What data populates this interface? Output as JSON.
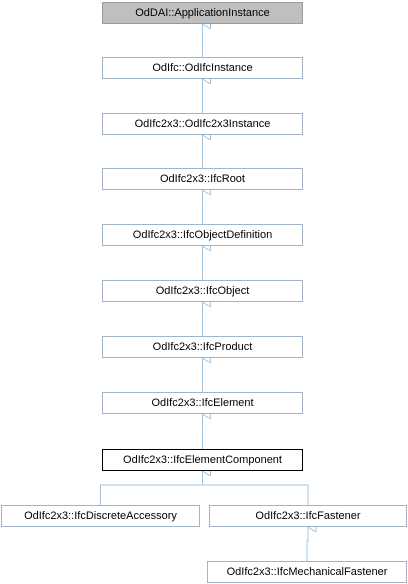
{
  "diagram": {
    "edge_color": "#a3c4e0",
    "nodes": {
      "application_instance": "OdDAI::ApplicationInstance",
      "odifc_instance": "OdIfc::OdIfcInstance",
      "odifc2x3_instance": "OdIfc2x3::OdIfc2x3Instance",
      "ifc_root": "OdIfc2x3::IfcRoot",
      "ifc_object_definition": "OdIfc2x3::IfcObjectDefinition",
      "ifc_object": "OdIfc2x3::IfcObject",
      "ifc_product": "OdIfc2x3::IfcProduct",
      "ifc_element": "OdIfc2x3::IfcElement",
      "ifc_element_component": "OdIfc2x3::IfcElementComponent",
      "ifc_discrete_accessory": "OdIfc2x3::IfcDiscreteAccessory",
      "ifc_fastener": "OdIfc2x3::IfcFastener",
      "ifc_mechanical_fastener": "OdIfc2x3::IfcMechanicalFastener"
    },
    "edges": [
      [
        "odifc_instance",
        "application_instance"
      ],
      [
        "odifc2x3_instance",
        "odifc_instance"
      ],
      [
        "ifc_root",
        "odifc2x3_instance"
      ],
      [
        "ifc_object_definition",
        "ifc_root"
      ],
      [
        "ifc_object",
        "ifc_object_definition"
      ],
      [
        "ifc_product",
        "ifc_object"
      ],
      [
        "ifc_element",
        "ifc_product"
      ],
      [
        "ifc_element_component",
        "ifc_element"
      ],
      [
        "ifc_discrete_accessory",
        "ifc_element_component"
      ],
      [
        "ifc_fastener",
        "ifc_element_component"
      ],
      [
        "ifc_mechanical_fastener",
        "ifc_fastener"
      ]
    ]
  }
}
